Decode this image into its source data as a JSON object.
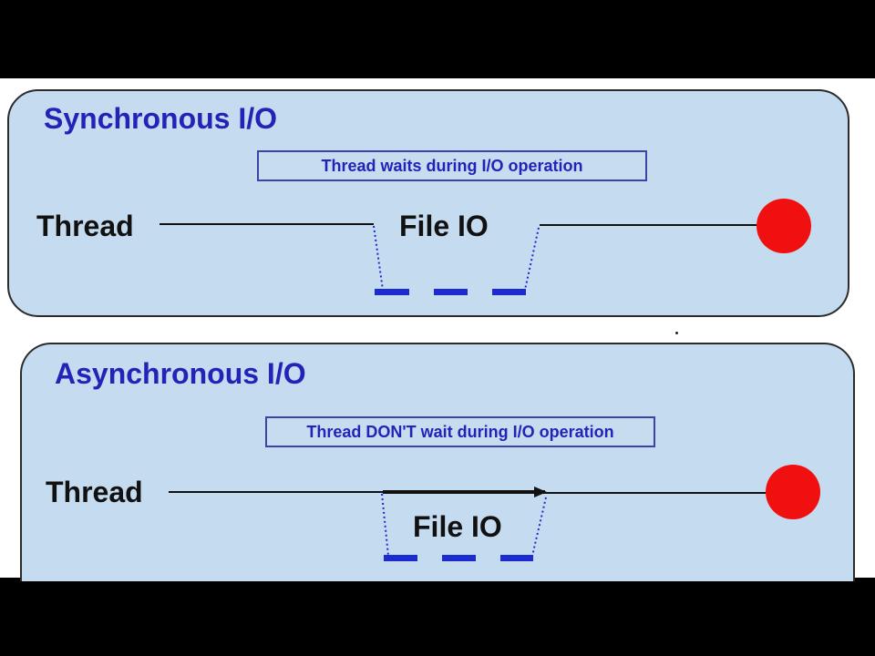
{
  "sync": {
    "title": "Synchronous I/O",
    "caption": "Thread waits during I/O operation",
    "thread_label": "Thread",
    "io_label": "File IO"
  },
  "async": {
    "title": "Asynchronous I/O",
    "caption": "Thread DON'T wait during I/O operation",
    "thread_label": "Thread",
    "io_label": "File IO"
  },
  "colors": {
    "panel_fill": "#c5dbef",
    "title_text": "#2323b8",
    "dash_blue": "#1c2bd0",
    "end_dot": "#f01010",
    "line": "#111111"
  }
}
